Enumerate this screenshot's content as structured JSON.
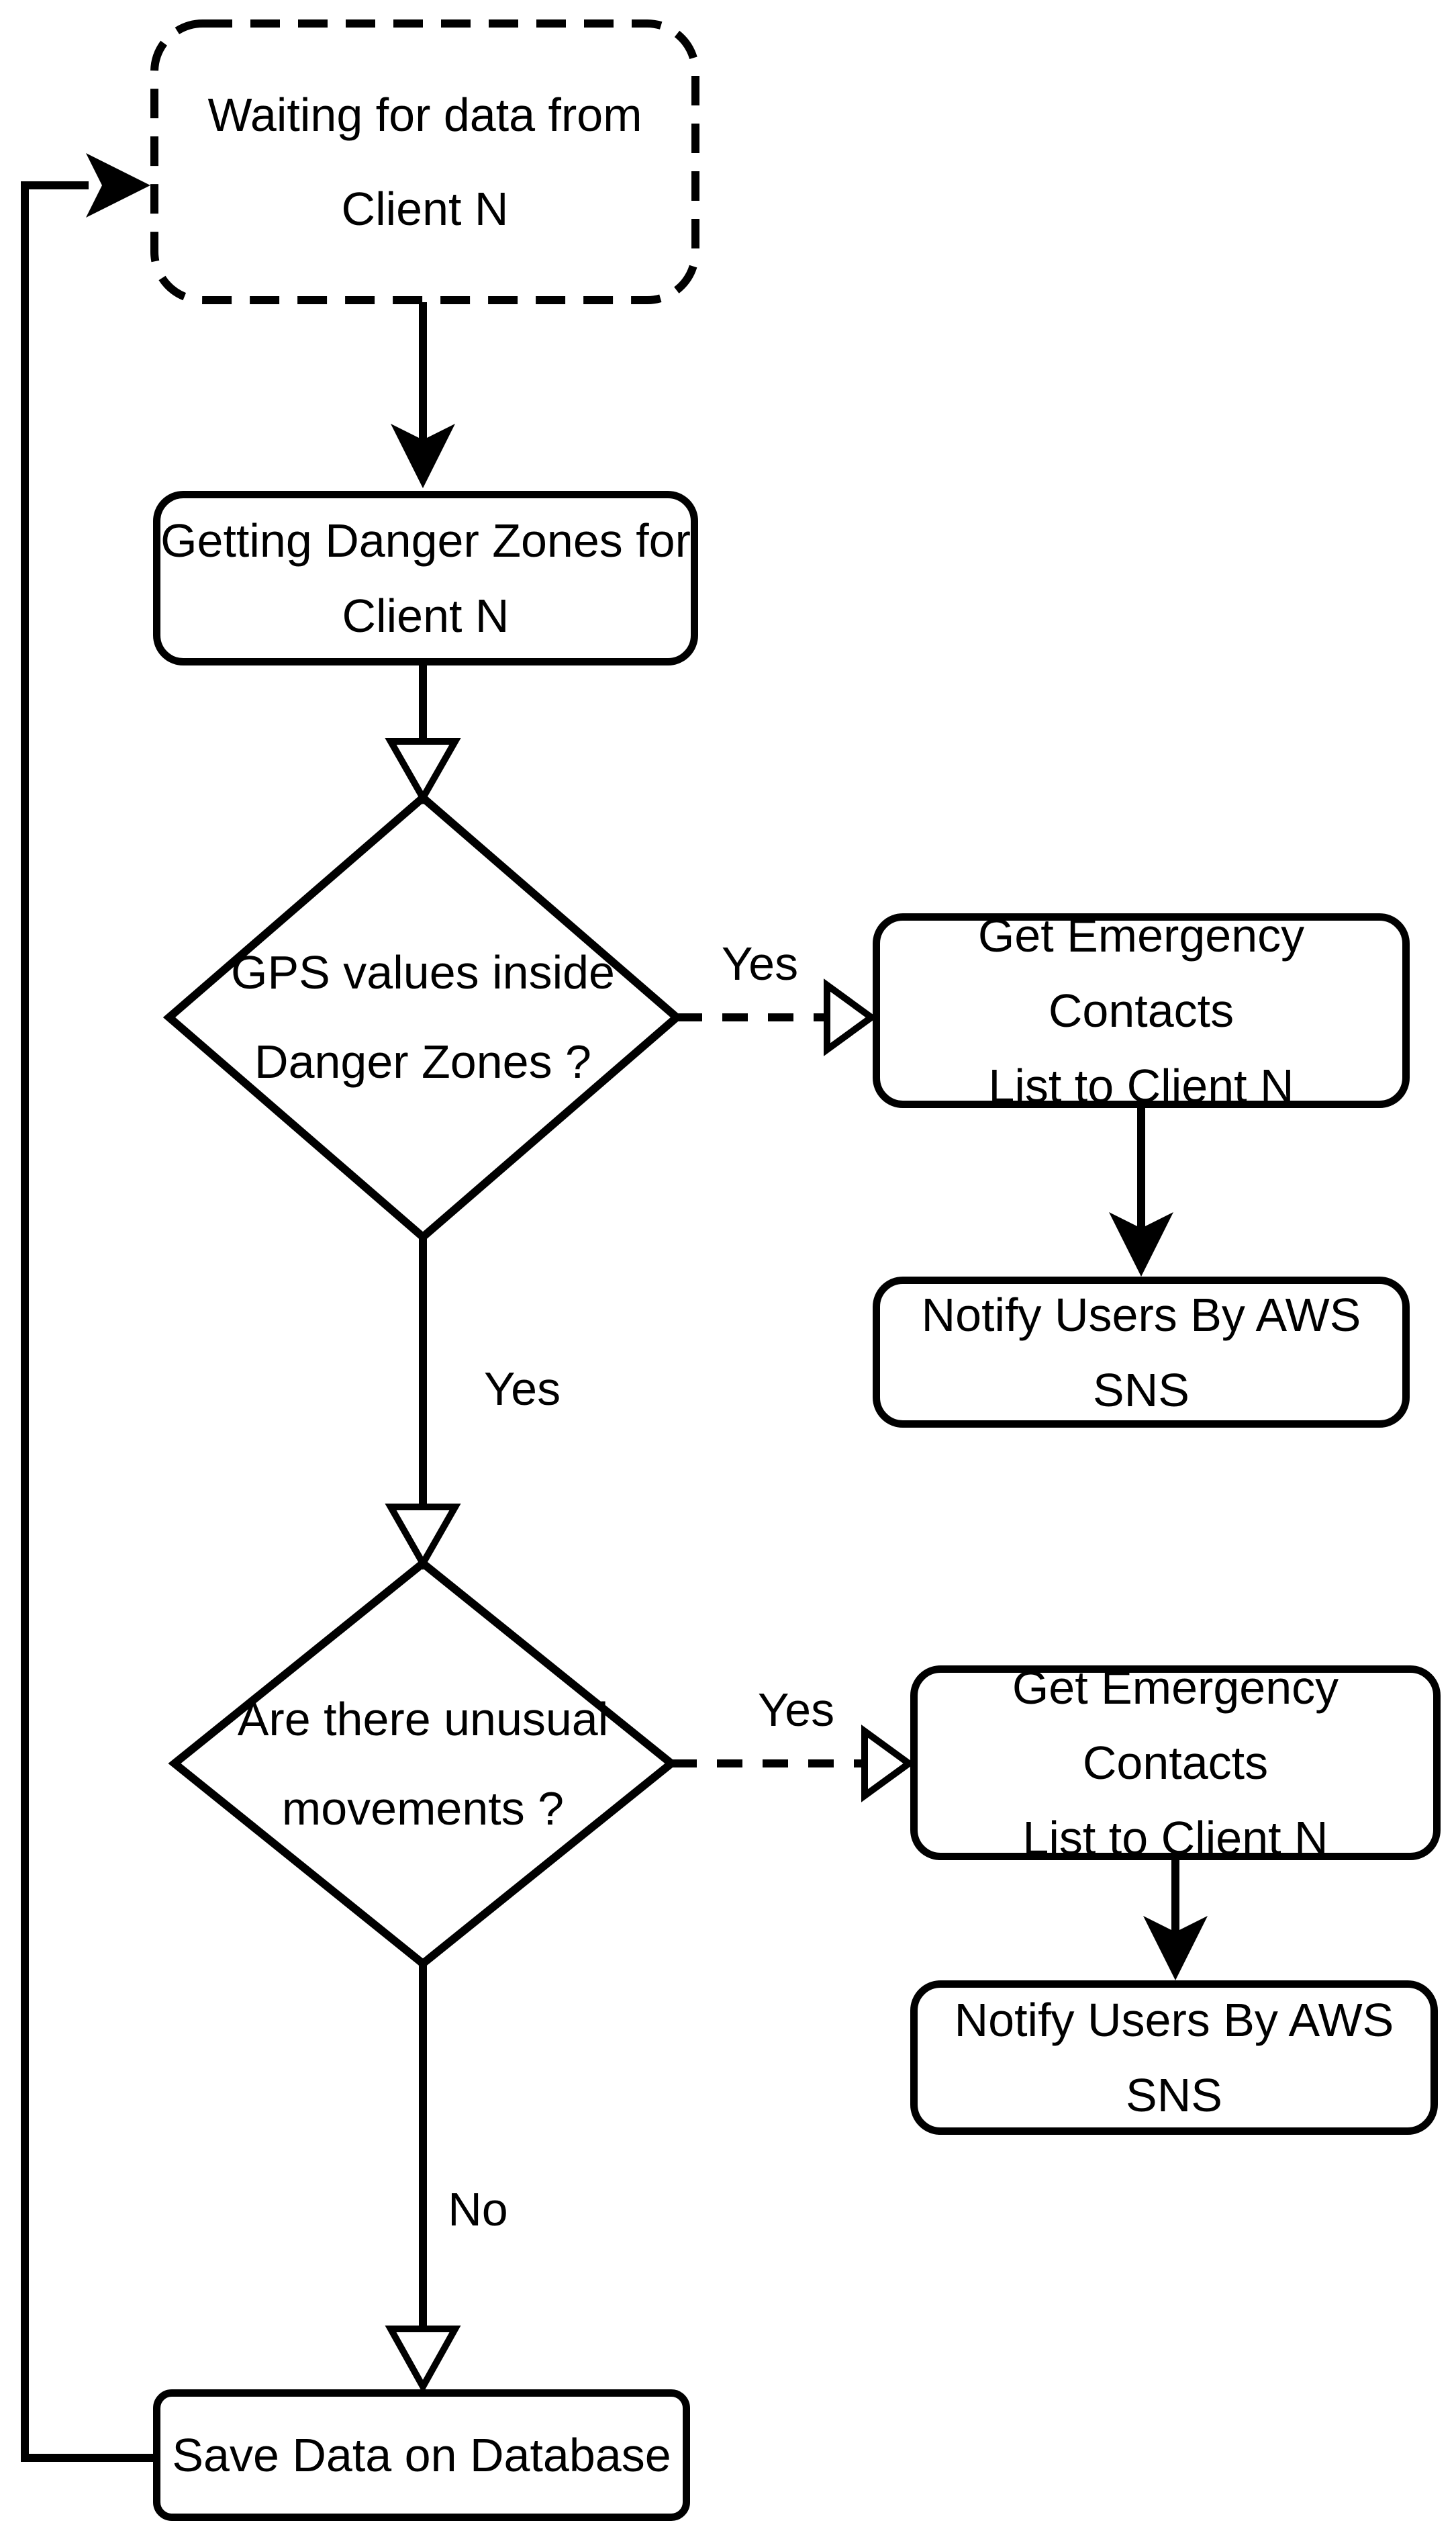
{
  "diagram": {
    "nodes": {
      "waiting": {
        "line1": "Waiting for data from",
        "line2": "Client N"
      },
      "getting_zones": {
        "line1": "Getting Danger Zones for",
        "line2": "Client N"
      },
      "gps_decision": {
        "line1": "GPS values inside",
        "line2": "Danger Zones ?"
      },
      "contacts_1": {
        "line1": "Get Emergency Contacts",
        "line2": "List to Client N"
      },
      "notify_1": {
        "label": "Notify Users By AWS SNS"
      },
      "movement_decision": {
        "line1": "Are there unusual",
        "line2": "movements ?"
      },
      "contacts_2": {
        "line1": "Get Emergency Contacts",
        "line2": "List to Client N"
      },
      "notify_2": {
        "label": "Notify Users By AWS SNS"
      },
      "save": {
        "label": "Save Data on Database"
      }
    },
    "edge_labels": {
      "gps_yes_right": "Yes",
      "gps_yes_down": "Yes",
      "movement_yes_right": "Yes",
      "movement_no_down": "No"
    },
    "colors": {
      "stroke": "#000000",
      "background": "#ffffff"
    }
  }
}
